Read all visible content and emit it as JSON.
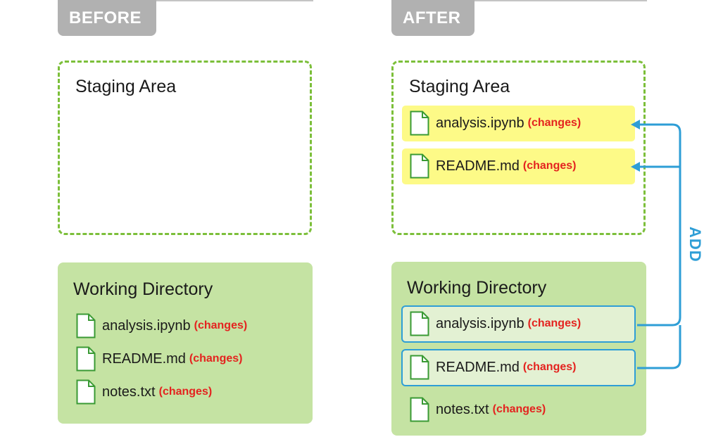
{
  "before": {
    "tab_label": "BEFORE",
    "staging_title": "Staging Area",
    "working_title": "Working Directory",
    "working_files": [
      {
        "name": "analysis.ipynb",
        "status": "(changes)"
      },
      {
        "name": "README.md",
        "status": "(changes)"
      },
      {
        "name": "notes.txt",
        "status": "(changes)"
      }
    ]
  },
  "after": {
    "tab_label": "AFTER",
    "staging_title": "Staging Area",
    "staged_files": [
      {
        "name": "analysis.ipynb",
        "status": "(changes)"
      },
      {
        "name": "README.md",
        "status": "(changes)"
      }
    ],
    "working_title": "Working Directory",
    "working_files": [
      {
        "name": "analysis.ipynb",
        "status": "(changes)"
      },
      {
        "name": "README.md",
        "status": "(changes)"
      },
      {
        "name": "notes.txt",
        "status": "(changes)"
      }
    ]
  },
  "action_label": "ADD",
  "colors": {
    "tab": "#b1b1b1",
    "staging_border": "#7cbf3a",
    "working_bg": "#c5e3a3",
    "staged_bg": "#fdfa87",
    "selected_border": "#2e9ed6",
    "changes": "#e4231f",
    "arrow": "#2e9ed6"
  }
}
